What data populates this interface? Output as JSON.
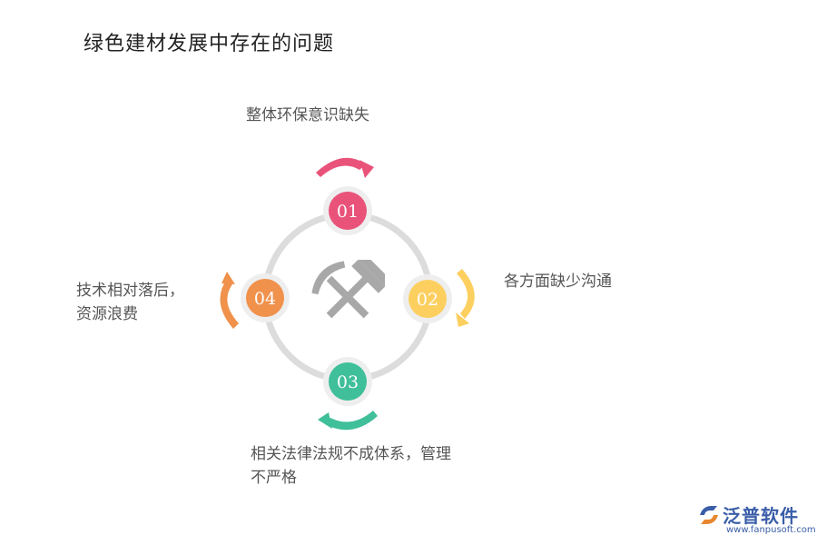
{
  "title": "绿色建材发展中存在的问题",
  "center_icon": "hammer-pick-icon",
  "items": [
    {
      "num": "01",
      "lines": [
        "整体环保意识缺失"
      ],
      "color": "#e9537a"
    },
    {
      "num": "02",
      "lines": [
        "各方面缺少沟通"
      ],
      "color": "#fccf5f"
    },
    {
      "num": "03",
      "lines": [
        "相关法律法规不成体系，管理",
        "不严格"
      ],
      "color": "#3fbf9a"
    },
    {
      "num": "04",
      "lines": [
        "技术相对落后，",
        "资源浪费"
      ],
      "color": "#f0914c"
    }
  ],
  "logo": {
    "name": "泛普软件",
    "url": "www.fanpusoft.com",
    "color": "#3a5ea8"
  }
}
